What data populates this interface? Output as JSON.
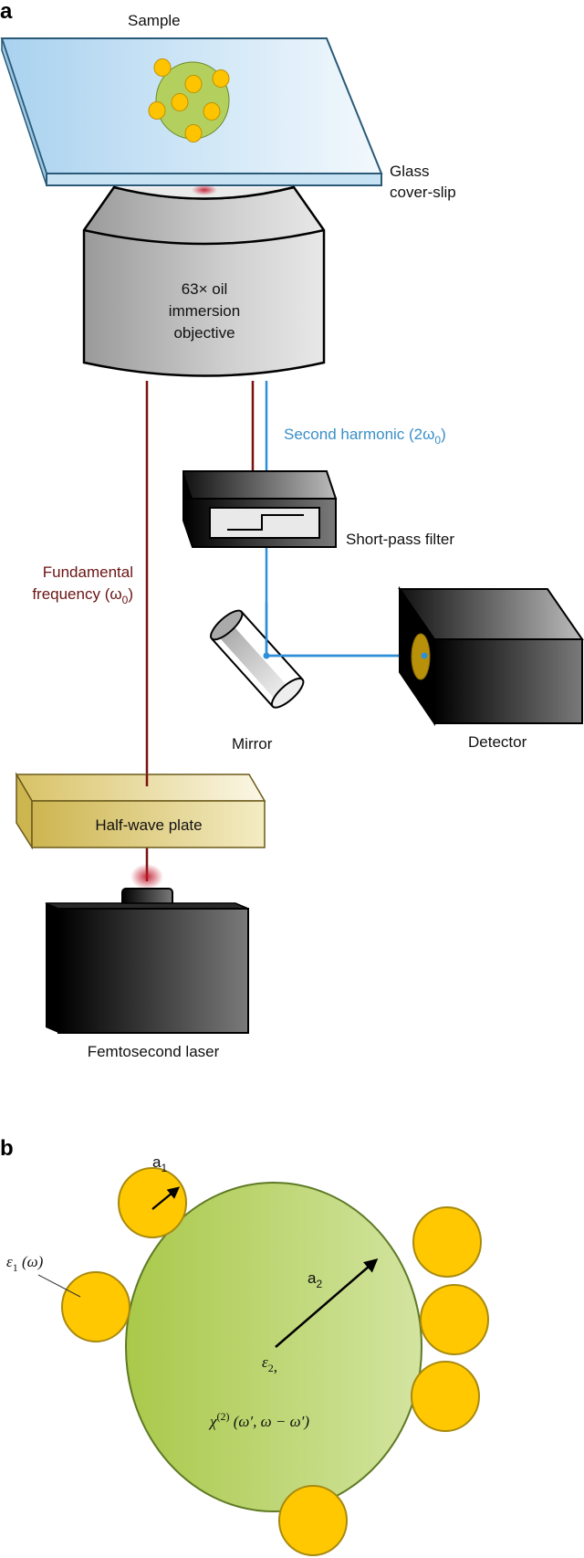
{
  "panel_a": {
    "panel_label": "a",
    "sample_label": "Sample",
    "glass_label_line1": "Glass",
    "glass_label_line2": "cover-slip",
    "objective_line1": "63× oil",
    "objective_line2": "immersion",
    "objective_line3": "objective",
    "second_harmonic_text": "Second harmonic (2ω",
    "second_harmonic_sub": "0",
    "second_harmonic_close": ")",
    "filter_label": "Short-pass filter",
    "fundamental_line1": "Fundamental",
    "fundamental_line2": "frequency (ω",
    "fundamental_sub": "0",
    "fundamental_close": ")",
    "mirror_label": "Mirror",
    "detector_label": "Detector",
    "halfwave_label": "Half-wave plate",
    "laser_label": "Femtosecond laser"
  },
  "panel_b": {
    "panel_label": "b",
    "a1_label": "a",
    "a1_sub": "1",
    "a2_label": "a",
    "a2_sub": "2",
    "eps1_label": "ε",
    "eps1_sub": "1",
    "eps1_arg": " (ω)",
    "eps2_label": "ε",
    "eps2_sub": "2",
    "eps2_suffix": ",",
    "chi_label": "χ",
    "chi_sup": "(2)",
    "chi_arg": " (ω′, ω − ω′)"
  },
  "colors": {
    "fundamental_beam": "#7a1010",
    "second_harmonic_beam": "#2e8fd8",
    "second_harmonic_text": "#3a8fc8",
    "nanoparticle": "#ffc800",
    "nanoparticle_stroke": "#a88a10",
    "core_sphere_dark": "#a9c94a",
    "core_sphere_light": "#d3e4a0",
    "halfwave_plate": "#d9c76a"
  }
}
